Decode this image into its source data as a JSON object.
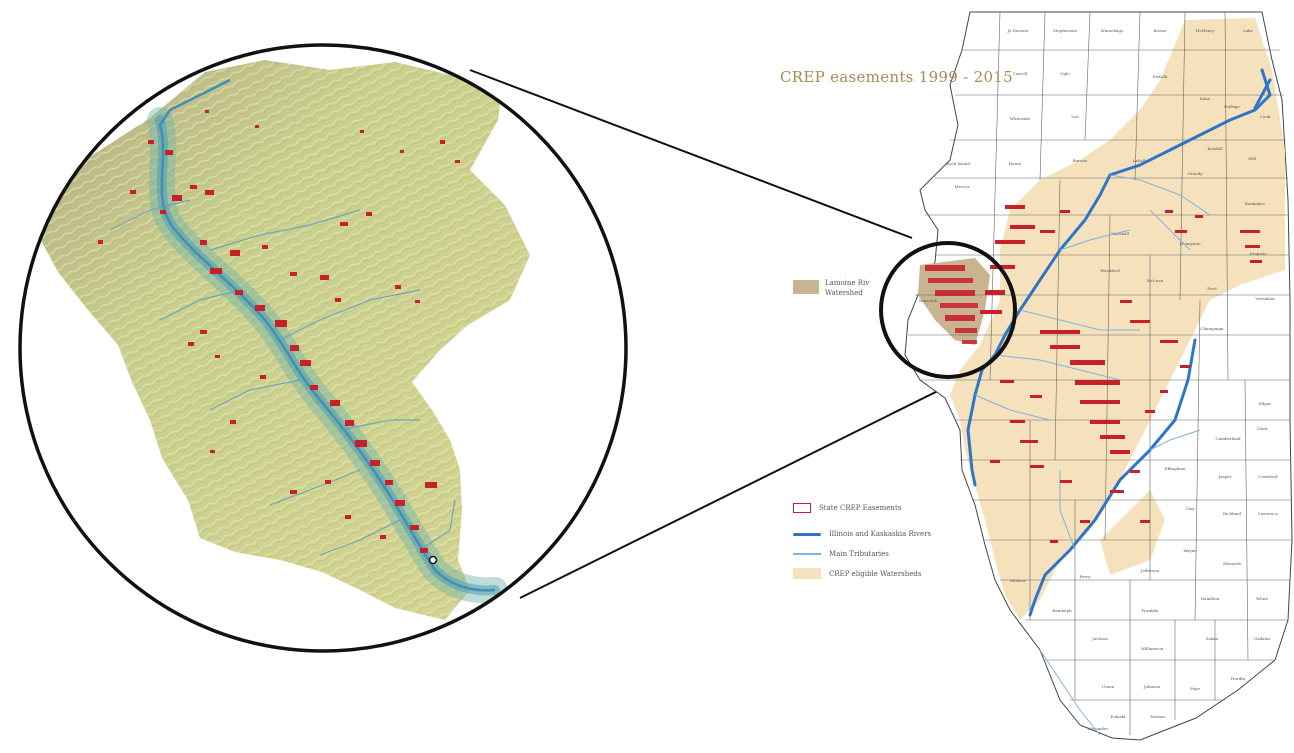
{
  "title": "CREP easements 1999 - 2015",
  "lamoine_legend": {
    "line1": "Lamoine Riv",
    "line2": "Watershed"
  },
  "legend": {
    "easements": "State CREP Easements",
    "rivers": "Illinois and Kaskaskia Rivers",
    "tributaries": "Main Tributaries",
    "eligible": "CREP eligible Watersheds"
  },
  "counties": [
    "Jo Daviess",
    "Stephenson",
    "Winnebago",
    "Boone",
    "McHenry",
    "Lake",
    "Carroll",
    "Ogle",
    "DeKalb",
    "Kane",
    "DuPage",
    "Cook",
    "Whiteside",
    "Lee",
    "Kendall",
    "Will",
    "Rock Island",
    "Henry",
    "Bureau",
    "LaSalle",
    "Grundy",
    "Kankakee",
    "Mercer",
    "Marshall",
    "Livingston",
    "Iroquois",
    "Woodford",
    "McLean",
    "Ford",
    "Vermilion",
    "Hancock",
    "Champaign",
    "Edgar",
    "Clark",
    "Cumberland",
    "Effingham",
    "Jasper",
    "Crawford",
    "Clay",
    "Richland",
    "Lawrence",
    "Wayne",
    "Edwards",
    "Jefferson",
    "Hamilton",
    "White",
    "Franklin",
    "Saline",
    "Gallatin",
    "Jackson",
    "Williamson",
    "Union",
    "Johnson",
    "Pope",
    "Hardin",
    "Monroe",
    "Randolph",
    "Perry",
    "Pulaski",
    "Massac",
    "Alexander"
  ],
  "colors": {
    "easement": "#c8202a",
    "river": "#2f75c6",
    "tributary": "#7fb2df",
    "eligible": "#f6e1bd",
    "lamoine": "#c9b491",
    "terrain": "#c7cf8e"
  }
}
